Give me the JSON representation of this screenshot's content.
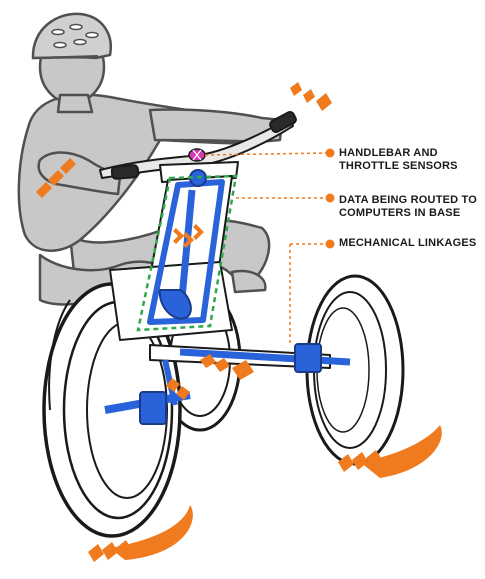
{
  "callouts": [
    {
      "line1": "HANDLEBAR AND",
      "line2": "THROTTLE SENSORS"
    },
    {
      "line1": "DATA BEING ROUTED TO",
      "line2": "COMPUTERS IN BASE"
    },
    {
      "line1": "MECHANICAL LINKAGES",
      "line2": ""
    }
  ],
  "colors": {
    "rider": "#c8c8c8",
    "rider_outline": "#505050",
    "frame": "#2a63d9",
    "sensor": "#d33ab3",
    "data_route": "#2da84a",
    "motion_arrow": "#f07a1e",
    "callout_dot": "#f07a1e",
    "tire": "#ffffff",
    "outline": "#1a1a1a"
  }
}
